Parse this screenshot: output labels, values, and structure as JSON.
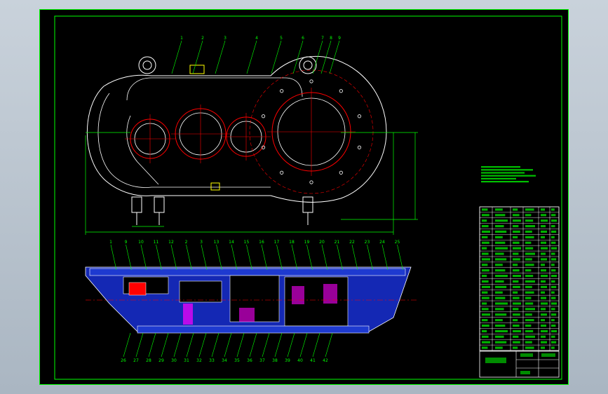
{
  "colors": {
    "background": "#000000",
    "viewport_border": "#b8c2cc",
    "frame": "#00ff00",
    "outline": "#ffffff",
    "centerline": "#ff0000",
    "section_fill": "#1428b4",
    "hatch": "#ff00ff",
    "dimension": "#00ff00",
    "fastener": "#ffff00"
  },
  "top_view": {
    "part_callouts": [
      "1",
      "2",
      "3",
      "4",
      "5",
      "6",
      "7",
      "8",
      "9"
    ]
  },
  "section_view": {
    "top_callouts": [
      "1",
      "9",
      "10",
      "11",
      "12",
      "2",
      "3",
      "13",
      "14",
      "15",
      "16",
      "17",
      "18",
      "19",
      "20",
      "21",
      "22",
      "23",
      "24",
      "25"
    ],
    "bottom_callouts": [
      "26",
      "27",
      "28",
      "29",
      "30",
      "31",
      "32",
      "33",
      "34",
      "35",
      "36",
      "37",
      "38",
      "39",
      "40",
      "41",
      "42"
    ]
  },
  "technical_requirements": {
    "title_present": true
  },
  "parts_list": {
    "row_count": 26
  },
  "title_block": {
    "present": true
  },
  "icons": {
    "top_view": "gearbox-plan-view-icon",
    "section_view": "gearbox-section-view-icon"
  }
}
